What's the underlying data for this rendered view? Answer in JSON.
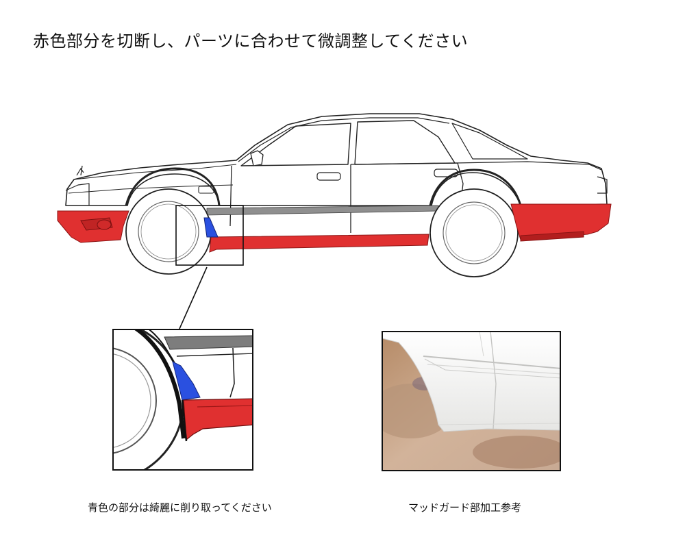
{
  "title": "赤色部分を切断し、パーツに合わせて微調整してください",
  "captions": {
    "zoom": "青色の部分は綺麗に削り取ってください",
    "photo": "マッドガード部加工参考"
  },
  "colors": {
    "cut_red": "#e03030",
    "remove_blue": "#2a50e0",
    "outline": "#222222",
    "photo_bg": "#c9a98e",
    "photo_body": "#f4f4f2"
  }
}
